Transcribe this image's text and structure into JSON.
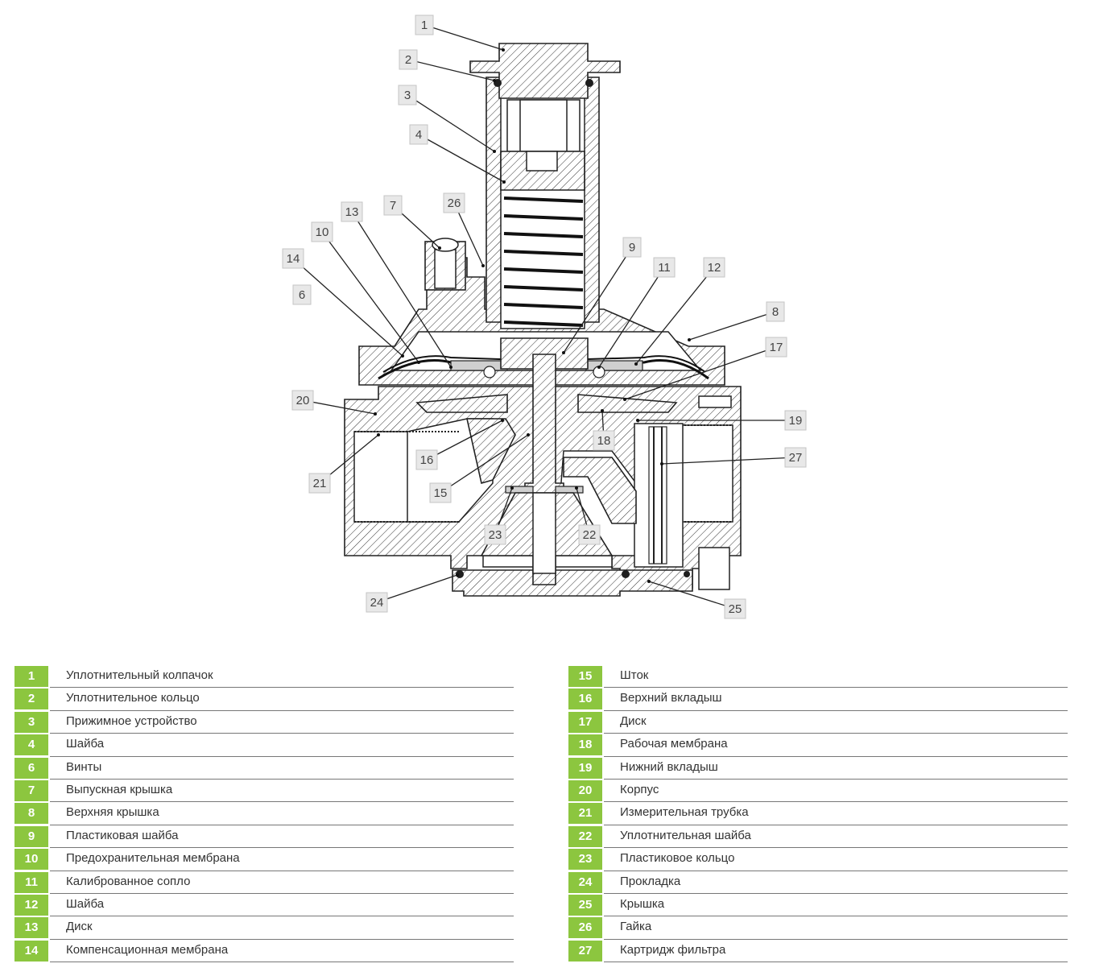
{
  "diagram": {
    "callouts": [
      {
        "id": "c1",
        "text": "1"
      },
      {
        "id": "c2",
        "text": "2"
      },
      {
        "id": "c3",
        "text": "3"
      },
      {
        "id": "c4",
        "text": "4"
      },
      {
        "id": "c7",
        "text": "7"
      },
      {
        "id": "c26",
        "text": "26"
      },
      {
        "id": "c13",
        "text": "13"
      },
      {
        "id": "c10",
        "text": "10"
      },
      {
        "id": "c14",
        "text": "14"
      },
      {
        "id": "c6",
        "text": "6"
      },
      {
        "id": "c9",
        "text": "9"
      },
      {
        "id": "c11",
        "text": "11"
      },
      {
        "id": "c12",
        "text": "12"
      },
      {
        "id": "c8",
        "text": "8"
      },
      {
        "id": "c17",
        "text": "17"
      },
      {
        "id": "c20",
        "text": "20"
      },
      {
        "id": "c19",
        "text": "19"
      },
      {
        "id": "c18",
        "text": "18"
      },
      {
        "id": "c16",
        "text": "16"
      },
      {
        "id": "c21",
        "text": "21"
      },
      {
        "id": "c27",
        "text": "27"
      },
      {
        "id": "c15",
        "text": "15"
      },
      {
        "id": "c23",
        "text": "23"
      },
      {
        "id": "c22",
        "text": "22"
      },
      {
        "id": "c24",
        "text": "24"
      },
      {
        "id": "c25",
        "text": "25"
      }
    ]
  },
  "legend": {
    "left": [
      {
        "num": "1",
        "label": "Уплотнительный колпачок"
      },
      {
        "num": "2",
        "label": "Уплотнительное кольцо"
      },
      {
        "num": "3",
        "label": "Прижимное устройство"
      },
      {
        "num": "4",
        "label": "Шайба"
      },
      {
        "num": "6",
        "label": "Винты"
      },
      {
        "num": "7",
        "label": "Выпускная крышка"
      },
      {
        "num": "8",
        "label": "Верхняя крышка"
      },
      {
        "num": "9",
        "label": "Пластиковая шайба"
      },
      {
        "num": "10",
        "label": "Предохранительная мембрана"
      },
      {
        "num": "11",
        "label": "Калиброванное сопло"
      },
      {
        "num": "12",
        "label": "Шайба"
      },
      {
        "num": "13",
        "label": "Диск"
      },
      {
        "num": "14",
        "label": "Компенсационная мембрана"
      }
    ],
    "right": [
      {
        "num": "15",
        "label": "Шток"
      },
      {
        "num": "16",
        "label": "Верхний вкладыш"
      },
      {
        "num": "17",
        "label": "Диск"
      },
      {
        "num": "18",
        "label": "Рабочая мембрана"
      },
      {
        "num": "19",
        "label": "Нижний вкладыш"
      },
      {
        "num": "20",
        "label": "Корпус"
      },
      {
        "num": "21",
        "label": "Измерительная трубка"
      },
      {
        "num": "22",
        "label": "Уплотнительная шайба"
      },
      {
        "num": "23",
        "label": "Пластиковое кольцо"
      },
      {
        "num": "24",
        "label": "Прокладка"
      },
      {
        "num": "25",
        "label": "Крышка"
      },
      {
        "num": "26",
        "label": "Гайка"
      },
      {
        "num": "27",
        "label": "Картридж фильтра"
      }
    ]
  },
  "colors": {
    "accent": "#8cc63f",
    "callout_bg": "#e8e8e8",
    "line": "#222222"
  }
}
